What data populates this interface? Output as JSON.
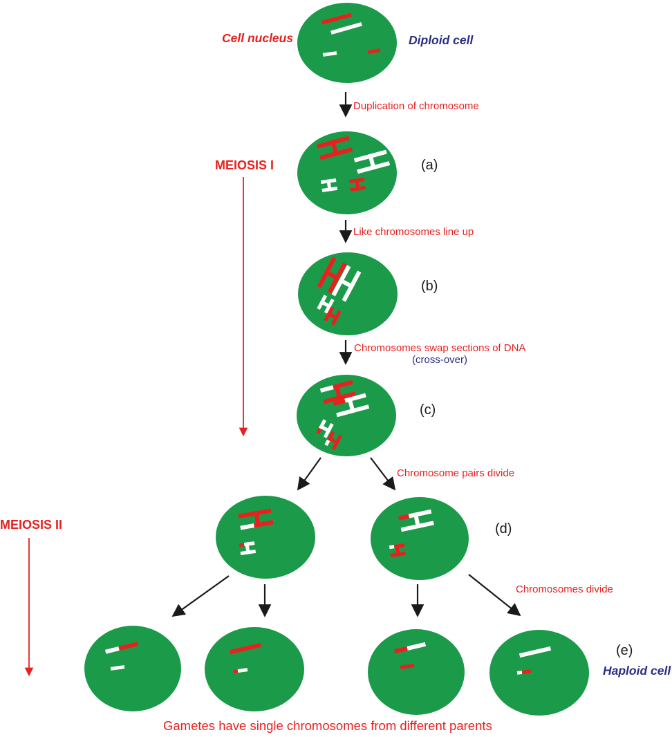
{
  "diagram": {
    "top_cell": {
      "label_left": "Cell nucleus",
      "label_right": "Diploid cell"
    },
    "phases": {
      "meiosis_i": "MEIOSIS I",
      "meiosis_ii": "MEIOSIS II"
    },
    "steps": {
      "duplication": "Duplication of chromosome",
      "line_up": "Like chromosomes line up",
      "swap": "Chromosomes swap sections of DNA",
      "crossover": "(cross-over)",
      "pairs_divide": "Chromosome pairs divide",
      "chromosomes_divide": "Chromosomes divide"
    },
    "stage_labels": {
      "a": "(a)",
      "b": "(b)",
      "c": "(c)",
      "d": "(d)",
      "e": "(e)"
    },
    "haploid_label": "Haploid cell",
    "caption": "Gametes have single chromosomes from different  parents"
  },
  "colors": {
    "cell_green": "#1b9a4a",
    "chromosome_red": "#e8201e",
    "chromosome_white": "#ffffff",
    "text_red": "#e8201e",
    "text_blue": "#2b2e83",
    "arrow_black": "#1a1a1a"
  }
}
